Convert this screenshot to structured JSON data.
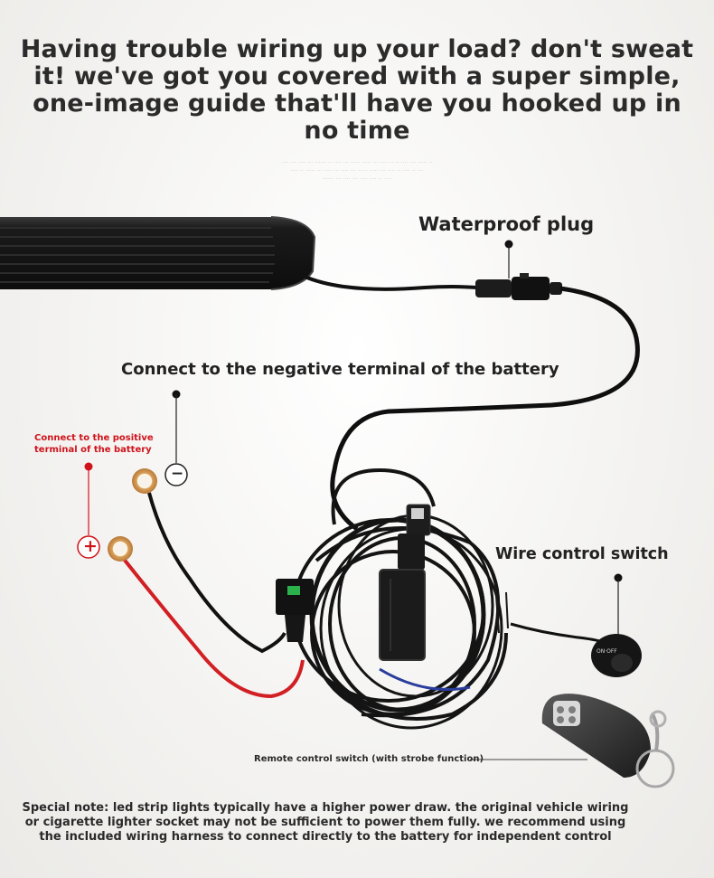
{
  "headline": "Having trouble wiring up your load? don't sweat it! we've got you covered with a super simple, one-image guide that'll have you hooked up in no time",
  "labels": {
    "waterproof_plug": "Waterproof plug",
    "negative_terminal": "Connect to the negative terminal of the battery",
    "positive_terminal": "Connect to the positive terminal of the battery",
    "wire_control_switch": "Wire control switch",
    "remote_control_switch": "Remote control switch (with strobe function)"
  },
  "symbols": {
    "plus": "+",
    "minus": "−"
  },
  "special_note": "Special note: led strip lights typically have a higher power draw. the original vehicle wiring or cigarette lighter socket may not be sufficient to power them fully. we recommend using the included wiring harness to connect directly to the battery for independent control",
  "colors": {
    "positive": "#d0121b",
    "wire": "#111111",
    "text": "#2b2b2b"
  }
}
